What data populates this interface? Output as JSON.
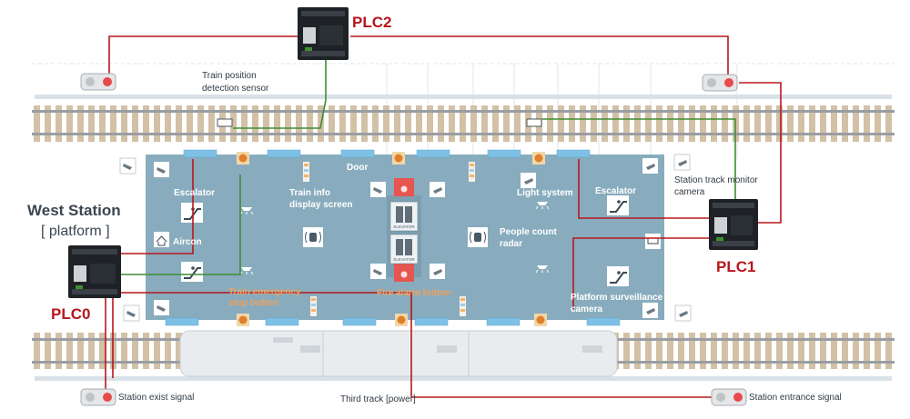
{
  "station": {
    "name": "West Station",
    "sub": "[ platform ]"
  },
  "plcs": {
    "plc0": "PLC0",
    "plc1": "PLC1",
    "plc2": "PLC2"
  },
  "labels": {
    "train_sensor": [
      "Train position",
      "detection sensor"
    ],
    "door": "Door",
    "escalator_left": "Escalator",
    "escalator_right": "Escalator",
    "info_screen": [
      "Train info",
      "display screen"
    ],
    "light_system": "Light system",
    "aircon": "Aircon",
    "people_radar": [
      "People  count",
      "radar"
    ],
    "emergency_stop": [
      "Train emergency",
      "stop button"
    ],
    "fire_alarm": "Fire alarm button",
    "surveillance": [
      "Platform surveillance",
      "camera"
    ],
    "track_camera": [
      "Station track monitor",
      "camera"
    ],
    "exit_signal": "Station exist signal",
    "entrance_signal": "Station entrance signal",
    "third_track": "Third track [power]",
    "elevator": "ELEVATOR"
  },
  "colors": {
    "wire_red": "#b8161c",
    "wire_green": "#3e8e33",
    "platform": "#88acbd",
    "plc_body": "#1e2226",
    "signal_red": "#e8494b"
  }
}
